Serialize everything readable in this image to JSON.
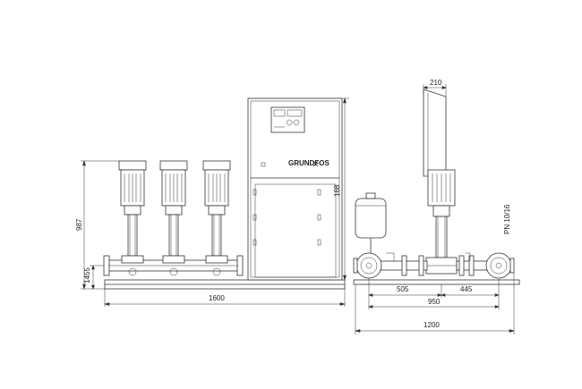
{
  "brand": "GRUNDFOS",
  "dimensions": {
    "front_width": "1600",
    "front_height": "987",
    "front_pipe_height": "1455",
    "cabinet_height": "168",
    "side_top": "210",
    "side_left": "505",
    "side_right": "445",
    "side_mid": "950",
    "side_total": "1200"
  },
  "pressure_rating": "PN 10/16"
}
